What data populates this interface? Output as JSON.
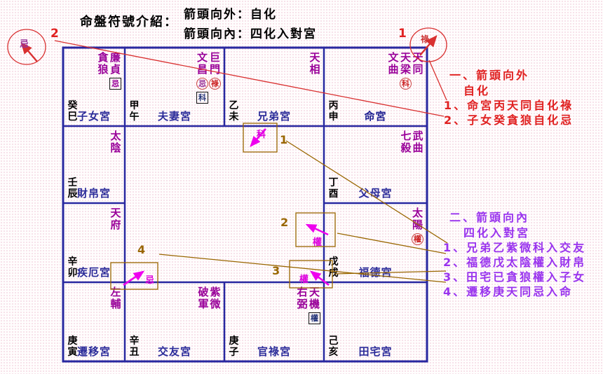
{
  "title": {
    "main": "命盤符號介紹：",
    "rule_outward": "箭頭向外：自化",
    "rule_inward": "箭頭向內：四化入對宮"
  },
  "colors": {
    "grid": "#2828a0",
    "star": "#990099",
    "red": "#e02020",
    "brown": "#996600",
    "magenta": "#ee00ee",
    "purple_annotation": "#9933ee"
  },
  "grid": {
    "cells": [
      {
        "branch": "癸巳",
        "palace": "子女宮",
        "stars": [
          {
            "name": "廉貞",
            "marks": [
              {
                "glyph": "忌",
                "style": "box-purple"
              }
            ]
          },
          {
            "name": "貪狼",
            "marks": []
          }
        ]
      },
      {
        "branch": "甲午",
        "palace": "夫妻宮",
        "stars": [
          {
            "name": "巨門",
            "marks": [
              {
                "glyph": "祿",
                "style": "circle-red"
              }
            ]
          },
          {
            "name": "文昌",
            "marks": [
              {
                "glyph": "忌",
                "style": "circle-purple"
              },
              {
                "glyph": "科",
                "style": "box-navy"
              }
            ]
          }
        ]
      },
      {
        "branch": "乙未",
        "palace": "兄弟宮",
        "stars": [
          {
            "name": "天相",
            "marks": []
          }
        ]
      },
      {
        "branch": "丙申",
        "palace": "命宮",
        "stars": [
          {
            "name": "天同",
            "marks": []
          },
          {
            "name": "天梁",
            "marks": [
              {
                "glyph": "科",
                "style": "circle-red"
              }
            ]
          },
          {
            "name": "文曲",
            "marks": []
          }
        ]
      },
      {
        "branch": "壬辰",
        "palace": "財帛宮",
        "stars": [
          {
            "name": "太陰",
            "marks": []
          }
        ]
      },
      {
        "branch": "丁酉",
        "palace": "父母宮",
        "stars": [
          {
            "name": "武曲",
            "marks": []
          },
          {
            "name": "七殺",
            "marks": []
          }
        ]
      },
      {
        "branch": "辛卯",
        "palace": "疾厄宮",
        "stars": [
          {
            "name": "天府",
            "marks": []
          }
        ]
      },
      {
        "branch": "戊戌",
        "palace": "福德宮",
        "stars": [
          {
            "name": "太陽",
            "marks": [
              {
                "glyph": "權",
                "style": "circle-red"
              }
            ]
          }
        ]
      },
      {
        "branch": "庚寅",
        "palace": "遷移宮",
        "stars": [
          {
            "name": "左輔",
            "marks": []
          }
        ]
      },
      {
        "branch": "辛丑",
        "palace": "交友宮",
        "stars": [
          {
            "name": "紫微",
            "marks": []
          },
          {
            "name": "破軍",
            "marks": []
          }
        ]
      },
      {
        "branch": "庚子",
        "palace": "官祿宮",
        "stars": [
          {
            "name": "天機",
            "marks": [
              {
                "glyph": "權",
                "style": "box-navy"
              }
            ]
          },
          {
            "name": "右弼",
            "marks": []
          }
        ]
      },
      {
        "branch": "己亥",
        "palace": "田宅宮",
        "stars": []
      }
    ]
  },
  "corners": {
    "left": {
      "num": "2",
      "glyph": "忌"
    },
    "right": {
      "num": "1",
      "glyph": "祿"
    }
  },
  "arrow_boxes": [
    {
      "num": "1",
      "glyph": "科"
    },
    {
      "num": "2",
      "glyph": "權"
    },
    {
      "num": "3",
      "glyph": "權"
    },
    {
      "num": "4",
      "glyph": "忌"
    }
  ],
  "annotations": {
    "red": {
      "heading": "一、箭頭向外",
      "subheading": "自化",
      "items": [
        "1、命宮丙天同自化祿",
        "2、子女癸貪狼自化忌"
      ]
    },
    "purple": {
      "heading": "二、箭頭向內",
      "subheading": "四化入對宮",
      "items": [
        "1、兄弟乙紫微科入交友",
        "2、福德戊太陰權入財帛",
        "3、田宅已貪狼權入子女",
        "4、遷移庚天同忌入命"
      ]
    }
  }
}
